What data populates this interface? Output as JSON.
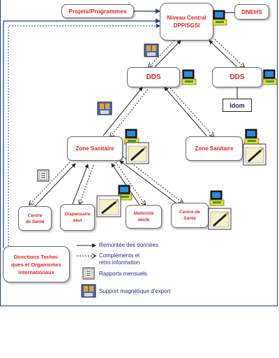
{
  "nodes": {
    "projets": "Projets/Programmes",
    "niveau_central": [
      "Niveau Central",
      "DPP/SGSI"
    ],
    "dnehs": "DNEHS",
    "dds_left": "DDS",
    "dds_right": "DDS",
    "idom": "Idom",
    "zone_left": "Zone Sanitaire",
    "zone_right": "Zone Sanitaire",
    "centre_sante_1": [
      "Centre",
      "de Santé"
    ],
    "dispensaire": [
      "Dispensaire",
      "seul"
    ],
    "maternite": [
      "Maternité",
      "seule"
    ],
    "centre_sante_2": [
      "Centre de",
      "Santé"
    ],
    "directions": [
      "Directions Techni-",
      "ques et Organismes",
      "internationaux"
    ]
  },
  "legend": {
    "remontee": "Remontée des données",
    "complements": [
      "Compléments et",
      "rétro information"
    ],
    "rapports": "Rapports mensuels",
    "support": "Support magnétique d'export"
  },
  "colors": {
    "red": "#e02222",
    "navy": "#1f2a6b",
    "line_blue": "#1f3d8f"
  }
}
